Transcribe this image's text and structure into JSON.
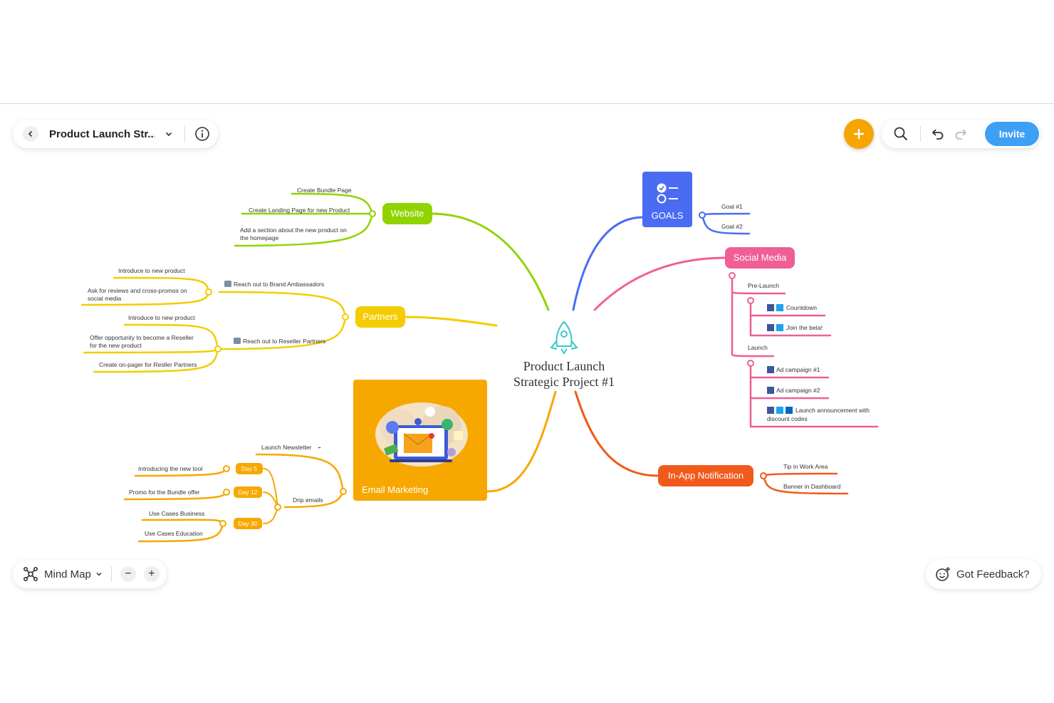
{
  "header": {
    "doc_title": "Product Launch Str...",
    "invite_label": "Invite"
  },
  "footer": {
    "view_label": "Mind Map",
    "zoom_out": "−",
    "zoom_in": "+",
    "feedback_label": "Got Feedback?"
  },
  "colors": {
    "website": "#8fd400",
    "partners": "#f5cc00",
    "email": "#f6a800",
    "goals": "#4a6cf2",
    "social": "#ef5f95",
    "inapp": "#f15a1a",
    "accent": "#3da0f5",
    "add": "#f6a500"
  },
  "icons": {
    "back": "chevron-left-icon",
    "dropdown": "chevron-down-icon",
    "info": "info-icon",
    "add": "plus-icon",
    "search": "search-icon",
    "undo": "undo-icon",
    "redo": "redo-icon",
    "view": "mind-map-icon",
    "feedback": "smiley-icon",
    "central": "rocket-icon",
    "goals": "checklist-icon"
  },
  "map": {
    "central": {
      "line1": "Product Launch",
      "line2": "Strategic Project #1"
    },
    "website": {
      "label": "Website",
      "items": [
        "Create Bundle Page",
        "Create Landing Page for new Product",
        "Add a section about the new product on",
        "the homepage"
      ]
    },
    "partners": {
      "label": "Partners",
      "ambassadors": "Reach out to Brand Ambassadors",
      "ambassador_items": [
        "Introduce to new product",
        "Ask for reviews and cross-promos on",
        "social media"
      ],
      "resellers": "Reach out to Reseller Partners",
      "reseller_items": [
        "Introduce to new product",
        "Offer opportunity to become a Reseller",
        "for the new product",
        "Create on-pager for Resller Partners"
      ]
    },
    "email": {
      "label": "Email Marketing",
      "newsletter": "Launch Newsletter",
      "drip": "Drip emails",
      "day5": "Day 5",
      "day5_item": "Introducing the new tool",
      "day12": "Day 12",
      "day12_item": "Promo for the Bundle offer",
      "day30": "Day 30",
      "day30_items": [
        "Use Cases Business",
        "Use Cases Education"
      ]
    },
    "goals": {
      "label": "GOALS",
      "items": [
        "Goal #1",
        "Goal #2"
      ]
    },
    "social": {
      "label": "Social Media",
      "prelaunch": "Pre-Launch",
      "prelaunch_items": [
        "Countdown",
        "Join the beta!"
      ],
      "launch": "Launch",
      "launch_items": [
        "Ad campaign #1",
        "Ad campaign #2",
        "Launch announcement with",
        "discount codes"
      ]
    },
    "inapp": {
      "label": "In-App Notification",
      "items": [
        "Tip in Work Area",
        "Banner in Dashboard"
      ]
    }
  }
}
